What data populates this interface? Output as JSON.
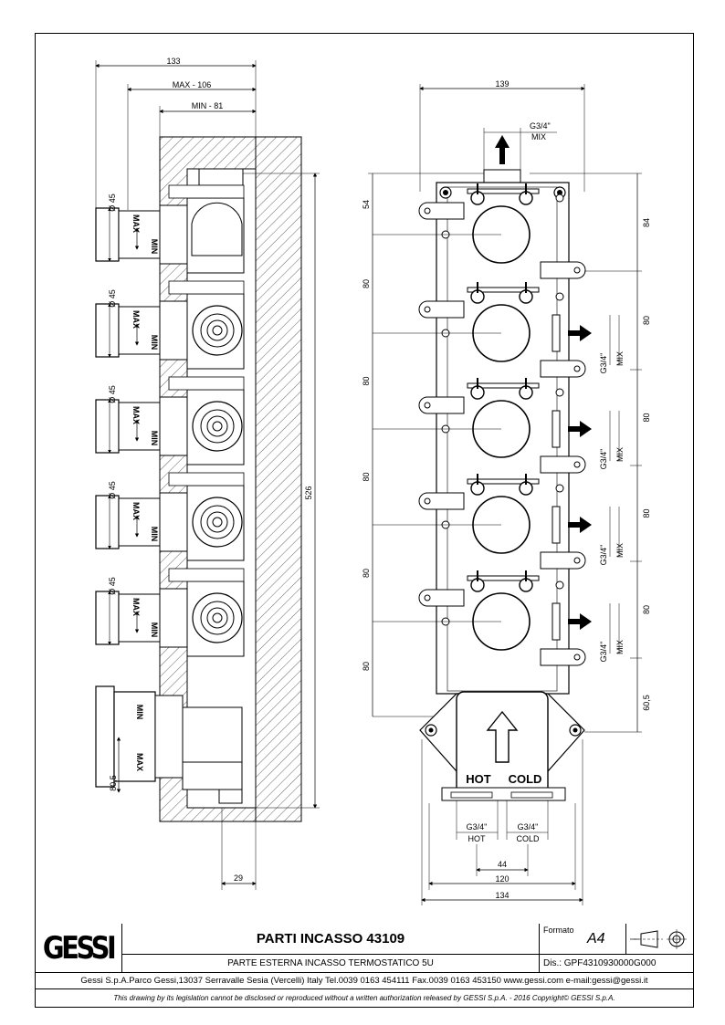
{
  "title_block": {
    "logo_text": "GESSI",
    "title": "PARTI INCASSO 43109",
    "subtitle": "PARTE ESTERNA INCASSO TERMOSTATICO 5U",
    "format_label": "Formato",
    "format_value": "A4",
    "drawing_number": "Dis.: GPF4310930000G000",
    "address": "Gessi S.p.A.Parco Gessi,13037 Serravalle Sesia (Vercelli) Italy Tel.0039 0163 454111 Fax.0039 0163 453150 www.gessi.com e-mail:gessi@gessi.it",
    "legal": "This drawing by its legislation cannot be disclosed or reproduced without a written authorization released by GESSI S.p.A. - 2016 Copyright© GESSI S.p.A."
  },
  "side_view": {
    "dim_133": "133",
    "dim_max": "MAX - 106",
    "dim_min": "MIN - 81",
    "dim_526": "526",
    "dim_29": "29",
    "dim_805": "80,5",
    "dia_label": "Ø 45",
    "max_label": "MAX",
    "min_label": "MIN"
  },
  "front_view": {
    "dim_139": "139",
    "dim_54": "54",
    "dim_80": "80",
    "dim_84": "84",
    "dim_605": "60,5",
    "thread_label": "G3/4\"",
    "mix_label": "MIX",
    "hot_label": "HOT",
    "cold_label": "COLD",
    "dim_44": "44",
    "dim_120": "120",
    "dim_134": "134"
  }
}
